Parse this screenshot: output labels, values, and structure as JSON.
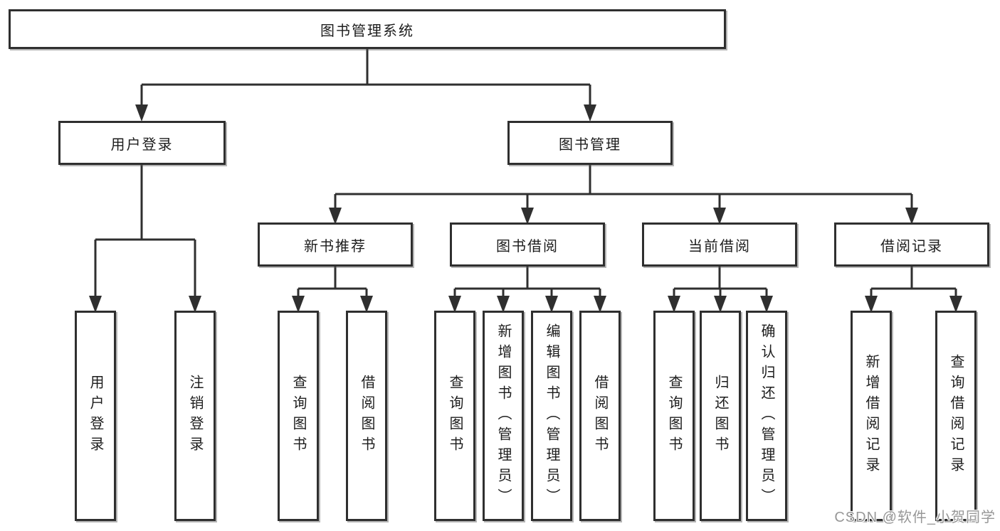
{
  "colors": {
    "background": "#ffffff",
    "line_and_border": "#2f2f2f",
    "text": "#1d1d1d",
    "watermark": "#919191"
  },
  "tree": {
    "root": {
      "label": "图书管理系统"
    },
    "branches": [
      {
        "label": "用户登录",
        "leaves": [
          "用户登录",
          "注销登录"
        ]
      },
      {
        "label": "图书管理",
        "groups": [
          {
            "label": "新书推荐",
            "leaves": [
              "查询图书",
              "借阅图书"
            ]
          },
          {
            "label": "图书借阅",
            "leaves": [
              "查询图书",
              "新增图书（管理员）",
              "编辑图书（管理员）",
              "借阅图书"
            ]
          },
          {
            "label": "当前借阅",
            "leaves": [
              "查询图书",
              "归还图书",
              "确认归还（管理员）"
            ]
          },
          {
            "label": "借阅记录",
            "leaves": [
              "新增借阅记录",
              "查询借阅记录"
            ]
          }
        ]
      }
    ]
  },
  "watermark": {
    "text": "CSDN @软件_小贺同学"
  }
}
